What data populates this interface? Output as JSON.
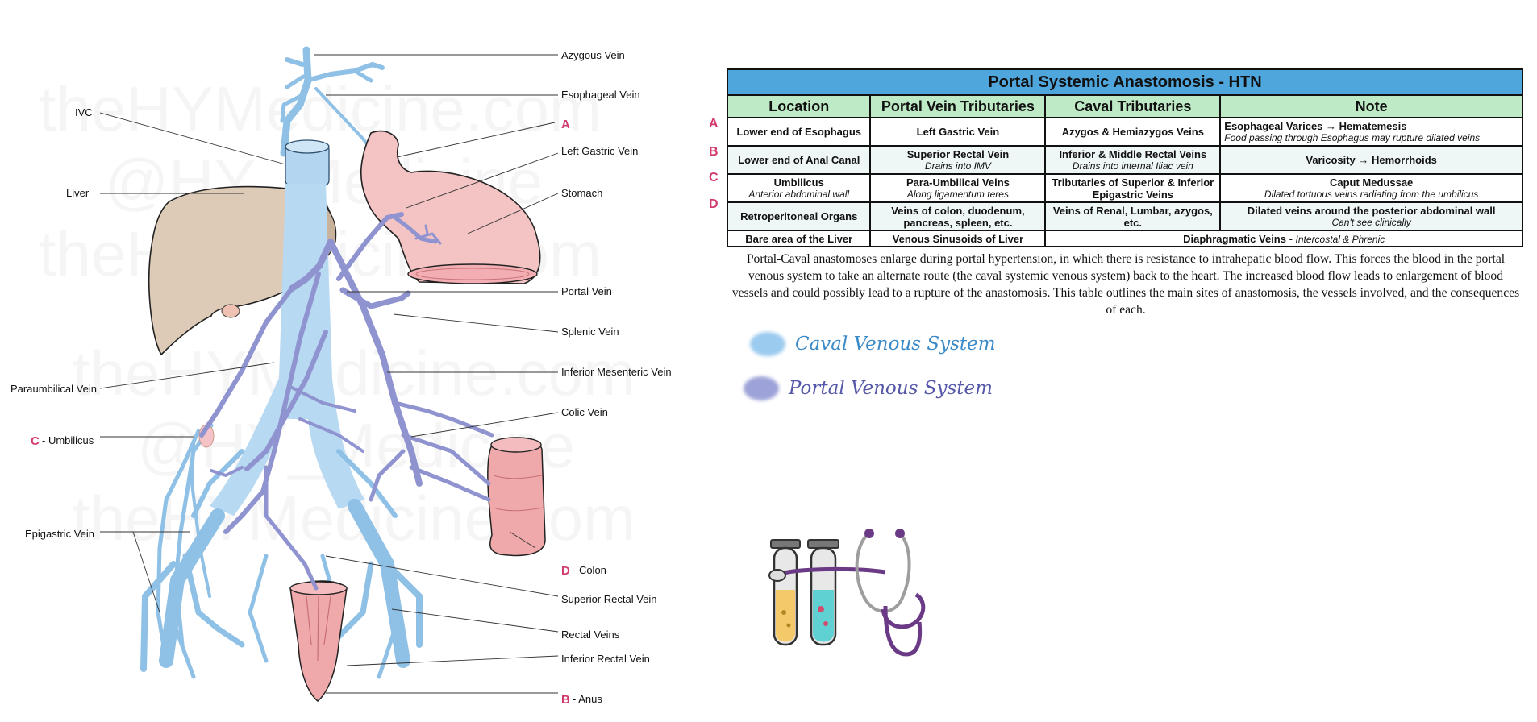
{
  "diagram": {
    "labels": {
      "azygous": "Azygous Vein",
      "esophageal": "Esophageal Vein",
      "a": "A",
      "left_gastric": "Left Gastric Vein",
      "stomach": "Stomach",
      "ivc": "IVC",
      "liver": "Liver",
      "portal": "Portal Vein",
      "splenic": "Splenic Vein",
      "inferior_mesenteric": "Inferior Mesenteric Vein",
      "paraumbilical": "Paraumbilical Vein",
      "c_mark": "C",
      "umbilicus": "- Umbilicus",
      "colic": "Colic Vein",
      "epigastric": "Epigastric Vein",
      "d_mark": "D",
      "colon": "- Colon",
      "superior_rectal": "Superior Rectal Vein",
      "rectal": "Rectal Veins",
      "inferior_rectal": "Inferior Rectal Vein",
      "b_mark": "B",
      "anus": "- Anus"
    },
    "watermarks": [
      "theHYMedicine.com",
      "@HY_Medicine",
      "theHYMedicine.com",
      "theHYMedicine.com",
      "@HY_Medicine",
      "theHYMedicine.com"
    ]
  },
  "table": {
    "title": "Portal Systemic Anastomosis - HTN",
    "headers": [
      "Location",
      "Portal Vein Tributaries",
      "Caval Tributaries",
      "Note"
    ],
    "rows": [
      {
        "mark": "A",
        "location": "Lower end of Esophagus",
        "location_sub": "",
        "portal": "Left Gastric Vein",
        "portal_sub": "",
        "caval": "Azygos & Hemiazygos Veins",
        "caval_sub": "",
        "note": "Esophageal Varices → Hematemesis",
        "note_sub": "Food passing through Esophagus may rupture dilated veins"
      },
      {
        "mark": "B",
        "location": "Lower end of Anal Canal",
        "location_sub": "",
        "portal": "Superior Rectal Vein",
        "portal_sub": "Drains into IMV",
        "caval": "Inferior & Middle Rectal Veins",
        "caval_sub": "Drains into internal Iliac vein",
        "note": "Varicosity → Hemorrhoids",
        "note_sub": ""
      },
      {
        "mark": "C",
        "location": "Umbilicus",
        "location_sub": "Anterior abdominal wall",
        "portal": "Para-Umbilical Veins",
        "portal_sub": "Along ligamentum teres",
        "caval": "Tributaries of Superior & Inferior Epigastric Veins",
        "caval_sub": "",
        "note": "Caput Medussae",
        "note_sub": "Dilated tortuous veins radiating from the umbilicus"
      },
      {
        "mark": "D",
        "location": "Retroperitoneal Organs",
        "location_sub": "",
        "portal": "Veins of colon, duodenum, pancreas, spleen, etc.",
        "portal_sub": "",
        "caval": "Veins of Renal, Lumbar, azygos, etc.",
        "caval_sub": "",
        "note": "Dilated veins around the posterior abdominal wall",
        "note_sub": "Can't see clinically"
      }
    ],
    "last_row": {
      "location": "Bare area of the Liver",
      "portal": "Venous Sinusoids of Liver",
      "merged": "Diaphragmatic Veins",
      "merged_sep": " - ",
      "merged_sub": "Intercostal & Phrenic"
    }
  },
  "paragraph": "Portal-Caval anastomoses enlarge during portal hypertension, in which there is resistance to intrahepatic blood flow. This forces the blood in the portal venous system to take an alternate route (the caval systemic venous system) back to the heart. The increased blood flow leads to enlargement of blood vessels and could possibly lead to a rupture of the anastomosis. This table outlines the main sites of anastomosis, the vessels involved, and the consequences of each.",
  "legend": {
    "caval": {
      "label": "Caval Venous System",
      "color": "#9ccbf0"
    },
    "portal": {
      "label": "Portal Venous System",
      "color": "#9da3d8"
    }
  },
  "colors": {
    "caval": "#b3d5f0",
    "portal": "#9da3d8",
    "table_title": "#4fa6dd",
    "table_header": "#bfeac6",
    "marker": "#d13a6a",
    "liver": "#ddcbb8",
    "organ_pink": "#f2b6ba"
  },
  "icons": [
    "test-tubes-icon",
    "stethoscope-icon"
  ]
}
